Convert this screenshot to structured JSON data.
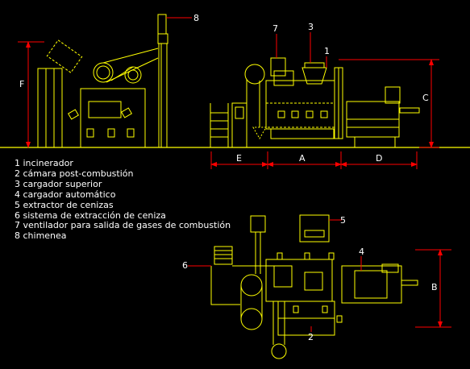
{
  "colors": {
    "background": "#000000",
    "lines": "#ffff00",
    "dimensions": "#ff0000",
    "leaders": "#ff0000",
    "legend_text": "#ffffff"
  },
  "legend": [
    "1 incinerador",
    "2 cámara post-combustión",
    "3 cargador superior",
    "4 cargador automático",
    "5 extractor de cenizas",
    "6 sistema de extracción de ceniza",
    "7 ventilador para salida de gases de combustión",
    "8 chimenea"
  ],
  "callouts": {
    "c1": "1",
    "c2": "2",
    "c3": "3",
    "c4": "4",
    "c5": "5",
    "c6": "6",
    "c7": "7",
    "c8": "8"
  },
  "dimensions": {
    "A": "A",
    "B": "B",
    "C": "C",
    "D": "D",
    "E": "E",
    "F": "F"
  }
}
